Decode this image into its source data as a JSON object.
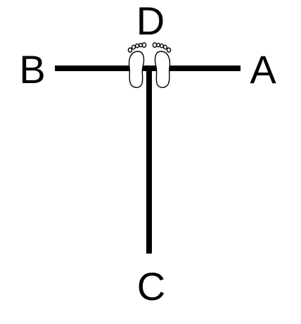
{
  "labels": {
    "top": "D",
    "left": "B",
    "right": "A",
    "bottom": "C"
  },
  "colors": {
    "stroke": "#000000",
    "background": "#ffffff"
  },
  "icons": {
    "center": "footprints-icon"
  }
}
